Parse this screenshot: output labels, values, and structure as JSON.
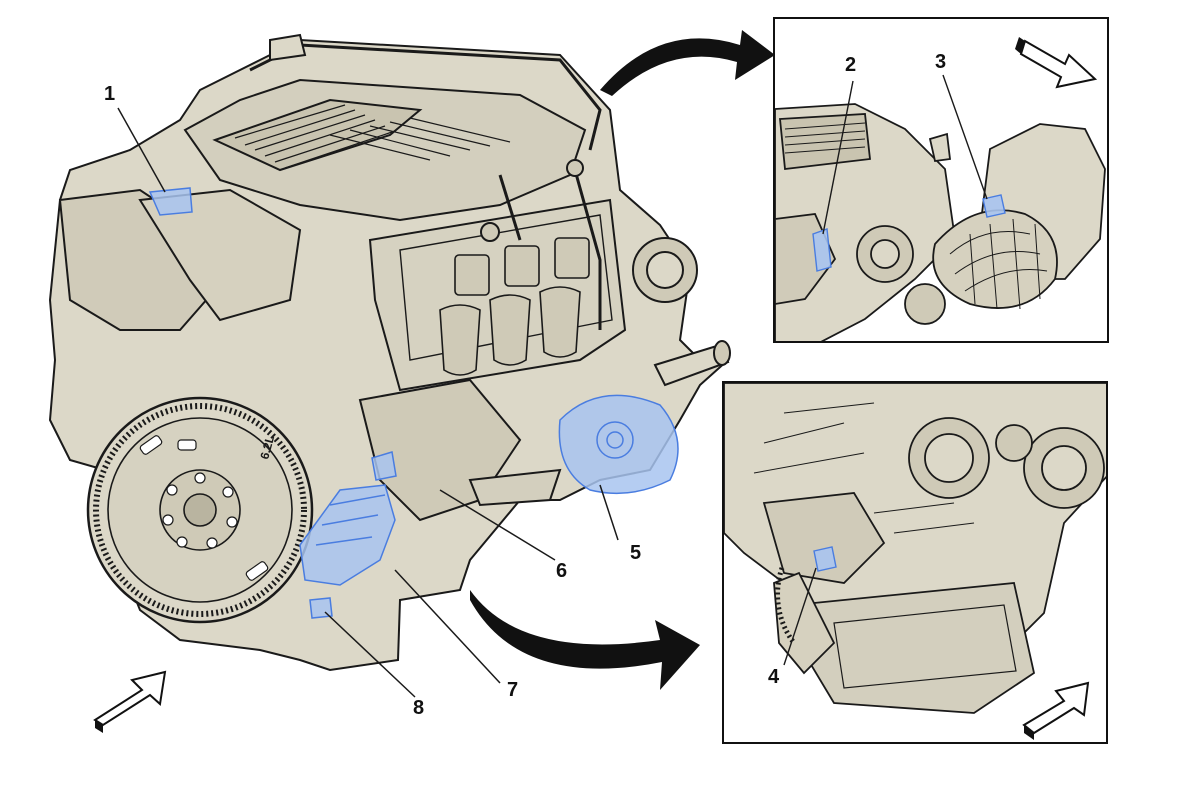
{
  "diagram": {
    "callouts": {
      "c1": "1",
      "c2": "2",
      "c3": "3",
      "c4": "4",
      "c5": "5",
      "c6": "6",
      "c7": "7",
      "c8": "8"
    },
    "engine_stamp": "6.2L"
  },
  "colors": {
    "engine_fill": "#dcd8c8",
    "engine_shade": "#c9c4b0",
    "line": "#1a1a1a",
    "highlight": "#a8c4f0",
    "highlight_stroke": "#4a7de0",
    "arrow": "#111111",
    "background": "#ffffff"
  },
  "icons": {
    "view_direction": "direction-arrow-icon",
    "transition": "curved-arrow-icon"
  }
}
